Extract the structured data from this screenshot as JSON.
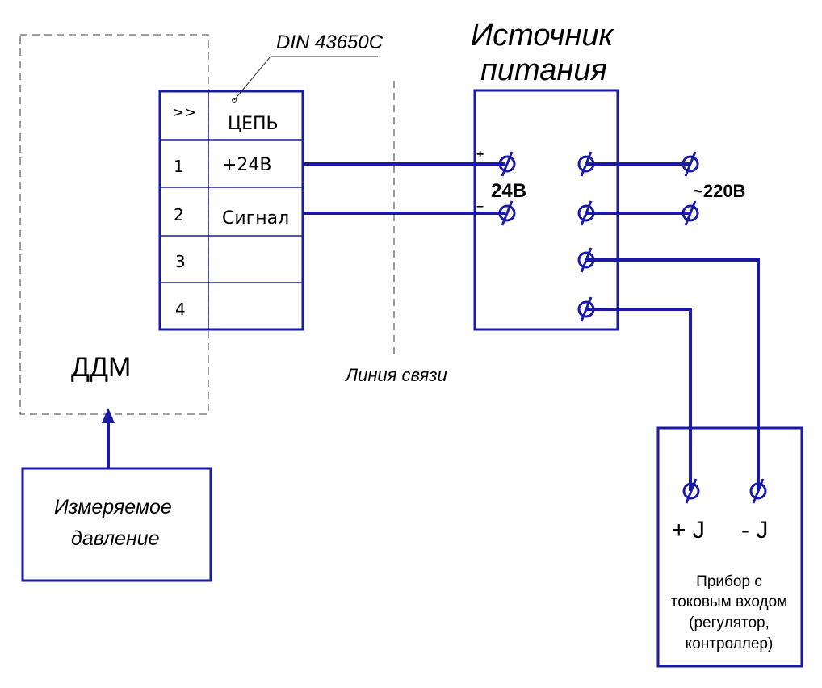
{
  "ddm": {
    "label": "ДДМ",
    "connector_callout": "DIN 43650C",
    "table": {
      "header": [
        ">>",
        "ЦЕПЬ"
      ],
      "rows": [
        {
          "num": "1",
          "name": "+24В"
        },
        {
          "num": "2",
          "name": "Сигнал"
        },
        {
          "num": "3",
          "name": ""
        },
        {
          "num": "4",
          "name": ""
        }
      ]
    }
  },
  "line_label": "Линия связи",
  "power_supply": {
    "title_line1": "Источник",
    "title_line2": "питания",
    "plus_mark": "+",
    "minus_mark": "–",
    "dc_label": "24В",
    "ac_label": "~220В",
    "terminal_symbol": "ϕ"
  },
  "pressure_box": {
    "line1": "Измеряемое",
    "line2": "давление"
  },
  "device": {
    "plus_label": "+ J",
    "minus_label": "- J",
    "desc_line1": "Прибор с",
    "desc_line2": "токовым входом",
    "desc_line3": "(регулятор,",
    "desc_line4": "контроллер)"
  },
  "colors": {
    "wire": "#1a1aa6",
    "text": "#000000",
    "dashed": "#666666"
  }
}
